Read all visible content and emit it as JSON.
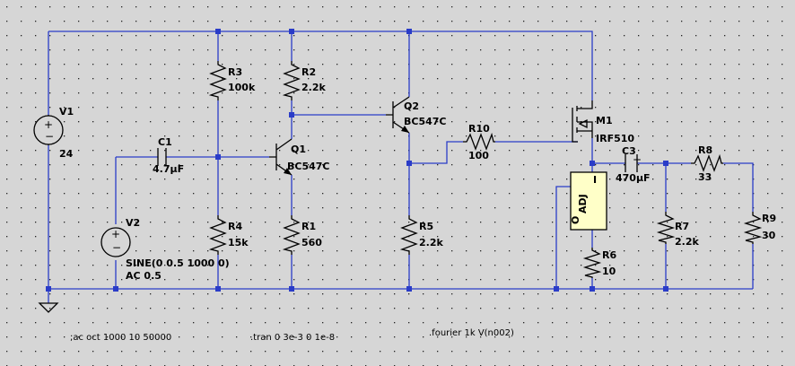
{
  "components": {
    "V1": {
      "name": "V1",
      "value": "24"
    },
    "V2": {
      "name": "V2",
      "value": "SINE(0 0.5 1000 0)",
      "ac": "AC 0.5"
    },
    "C1": {
      "name": "C1",
      "value": "4.7µF"
    },
    "C3": {
      "name": "C3",
      "value": "470µF"
    },
    "R1": {
      "name": "R1",
      "value": "560"
    },
    "R2": {
      "name": "R2",
      "value": "2.2k"
    },
    "R3": {
      "name": "R3",
      "value": "100k"
    },
    "R4": {
      "name": "R4",
      "value": "15k"
    },
    "R5": {
      "name": "R5",
      "value": "2.2k"
    },
    "R6": {
      "name": "R6",
      "value": "10"
    },
    "R7": {
      "name": "R7",
      "value": "2.2k"
    },
    "R8": {
      "name": "R8",
      "value": "33"
    },
    "R9": {
      "name": "R9",
      "value": "30"
    },
    "R10": {
      "name": "R10",
      "value": "100"
    },
    "Q1": {
      "name": "Q1",
      "value": "BC547C"
    },
    "Q2": {
      "name": "Q2",
      "value": "BC547C"
    },
    "M1": {
      "name": "M1",
      "value": "IRF510"
    },
    "U1": {
      "adj": "ADJ",
      "pin_o": "O",
      "pin_i": "I"
    }
  },
  "directives": {
    "ac": ";ac oct 1000 10 50000",
    "tran": ".tran 0 3e-3 0 1e-8",
    "fourier": ".fourier 1k V(n002)"
  },
  "colors": {
    "background": "#d6d6d6",
    "wire": "#2a3cc8",
    "component": "#000000",
    "regulator_fill": "#ffffc8"
  }
}
